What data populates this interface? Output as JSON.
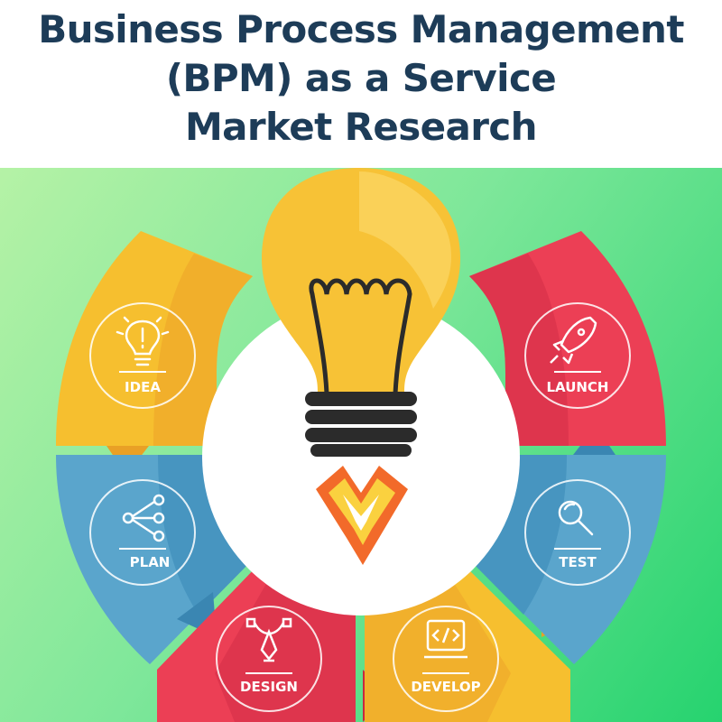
{
  "title": {
    "line1": "Business Process Management",
    "line2": "(BPM) as a Service",
    "line3": "Market Research"
  },
  "stages": [
    {
      "id": "idea",
      "label": "IDEA",
      "icon": "lightbulb-icon",
      "color": "#f6bf2f",
      "shade": "#f0a92a"
    },
    {
      "id": "plan",
      "label": "PLAN",
      "icon": "share-nodes-icon",
      "color": "#5aa5cc",
      "shade": "#3f8fbb"
    },
    {
      "id": "design",
      "label": "DESIGN",
      "icon": "pen-tool-icon",
      "color": "#ec3f55",
      "shade": "#d8324a"
    },
    {
      "id": "develop",
      "label": "DEVELOP",
      "icon": "code-window-icon",
      "color": "#f6bf2f",
      "shade": "#f0a92a"
    },
    {
      "id": "test",
      "label": "TEST",
      "icon": "magnifier-icon",
      "color": "#5aa5cc",
      "shade": "#3f8fbb"
    },
    {
      "id": "launch",
      "label": "LAUNCH",
      "icon": "rocket-icon",
      "color": "#ec3f55",
      "shade": "#d8324a"
    }
  ],
  "center_icon": "lightbulb-rocket-icon",
  "colors": {
    "title": "#1d3c58",
    "bulb": "#f7c236",
    "bulb_base": "#2b2b2b"
  }
}
